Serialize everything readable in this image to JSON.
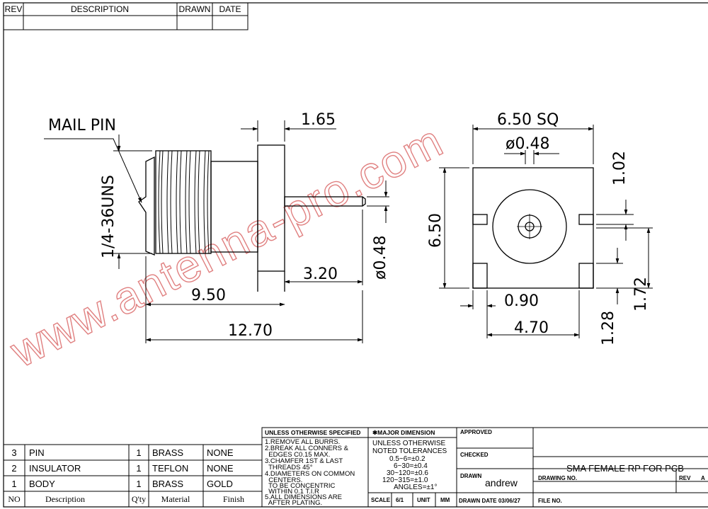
{
  "watermark": "www.antenna-pro.com",
  "revision_block": {
    "headers": [
      "REV",
      "DESCRIPTION",
      "DRAWN",
      "DATE"
    ]
  },
  "dimensions": {
    "mail_pin": "MAIL PIN",
    "thread": "1/4-36UNS",
    "flange": "1.65",
    "pin_dia_side": "ø0.48",
    "pin_len": "3.20",
    "body_len": "9.50",
    "overall_len": "12.70",
    "square": "6.50 SQ",
    "pin_dia_front": "ø0.48",
    "height": "6.50",
    "dim_102": "1.02",
    "dim_090": "0.90",
    "dim_172": "1.72",
    "dim_470": "4.70",
    "dim_128": "1.28"
  },
  "bom": {
    "rows": [
      {
        "no": "3",
        "desc": "PIN",
        "qty": "1",
        "material": "BRASS",
        "finish": "NONE"
      },
      {
        "no": "2",
        "desc": "INSULATOR",
        "qty": "1",
        "material": "TEFLON",
        "finish": "NONE"
      },
      {
        "no": "1",
        "desc": "BODY",
        "qty": "1",
        "material": "BRASS",
        "finish": "GOLD"
      }
    ],
    "headers": {
      "no": "NO",
      "desc": "Description",
      "qty": "Q'ty",
      "material": "Material",
      "finish": "Finish"
    }
  },
  "notes": {
    "title": "UNLESS OTHERWISE SPECIFIED",
    "lines": [
      "1.REMOVE ALL BURRS.",
      "2.BREAK ALL CONNERS &",
      "  EDGES C0.15 MAX.",
      "3.CHAMFER 1ST & LAST",
      "  THREADS 45°",
      "4.DIAMETERS ON COMMON",
      "  CENTERS.",
      "  TO BE CONCENTRIC",
      "  WITHIN 0.1 T.I.R",
      "5.ALL DIMENSIONS ARE",
      "  AFTER PLATING."
    ]
  },
  "tolerances": {
    "title": "✱MAJOR DIMENSION",
    "lines": [
      "UNLESS OTHERWISE",
      "NOTED TOLERANCES",
      "0.5~6=±0.2",
      "6~30=±0.4",
      "30~120=±0.6",
      "120~315=±1.0",
      "ANGLES=±1°"
    ]
  },
  "scale_row": {
    "scale_label": "SCALE",
    "scale": "6/1",
    "unit_label": "UNIT",
    "unit": "MM"
  },
  "signoff": {
    "approved": "APPROVED",
    "checked": "CHECKED",
    "drawn": "DRAWN",
    "drawn_by": "andrew",
    "drawn_date": "DRAWN DATE 03/06/27"
  },
  "title_block": {
    "title": "SMA FEMALE RP FOR PCB",
    "drawing_no": "DRAWING NO.",
    "rev_label": "REV",
    "rev": "A",
    "file_no": "FILE NO."
  }
}
